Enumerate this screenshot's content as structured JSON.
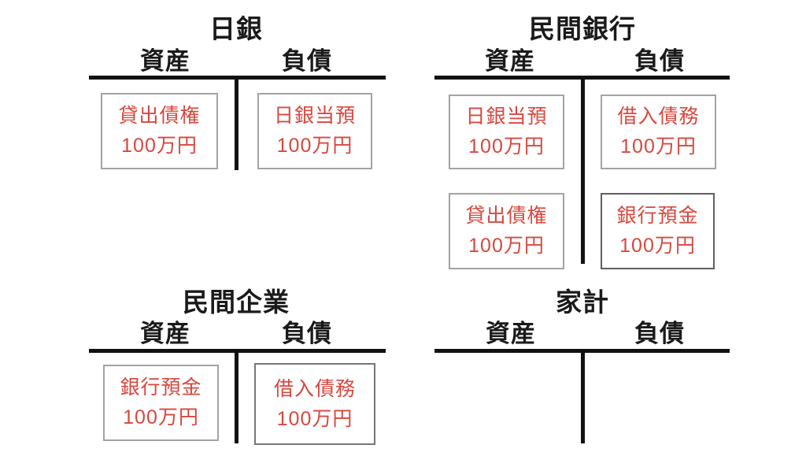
{
  "colors": {
    "background": "#ffffff",
    "line": "#111111",
    "heading_text": "#1a1a1a",
    "entry_text": "#d9473d",
    "box_border_light": "#a3a3a3",
    "box_border_mid": "#767676",
    "box_border_dark": "#5f5f5f"
  },
  "accounts": [
    {
      "title": "日銀",
      "assets_label": "資産",
      "liabilities_label": "負債",
      "assets": [
        {
          "label": "貸出債権",
          "amount": "100万円"
        }
      ],
      "liabilities": [
        {
          "label": "日銀当預",
          "amount": "100万円"
        }
      ]
    },
    {
      "title": "民間銀行",
      "assets_label": "資産",
      "liabilities_label": "負債",
      "assets": [
        {
          "label": "日銀当預",
          "amount": "100万円"
        },
        {
          "label": "貸出債権",
          "amount": "100万円"
        }
      ],
      "liabilities": [
        {
          "label": "借入債務",
          "amount": "100万円"
        },
        {
          "label": "銀行預金",
          "amount": "100万円"
        }
      ]
    },
    {
      "title": "民間企業",
      "assets_label": "資産",
      "liabilities_label": "負債",
      "assets": [
        {
          "label": "銀行預金",
          "amount": "100万円"
        }
      ],
      "liabilities": [
        {
          "label": "借入債務",
          "amount": "100万円"
        }
      ]
    },
    {
      "title": "家計",
      "assets_label": "資産",
      "liabilities_label": "負債",
      "assets": [],
      "liabilities": []
    }
  ]
}
